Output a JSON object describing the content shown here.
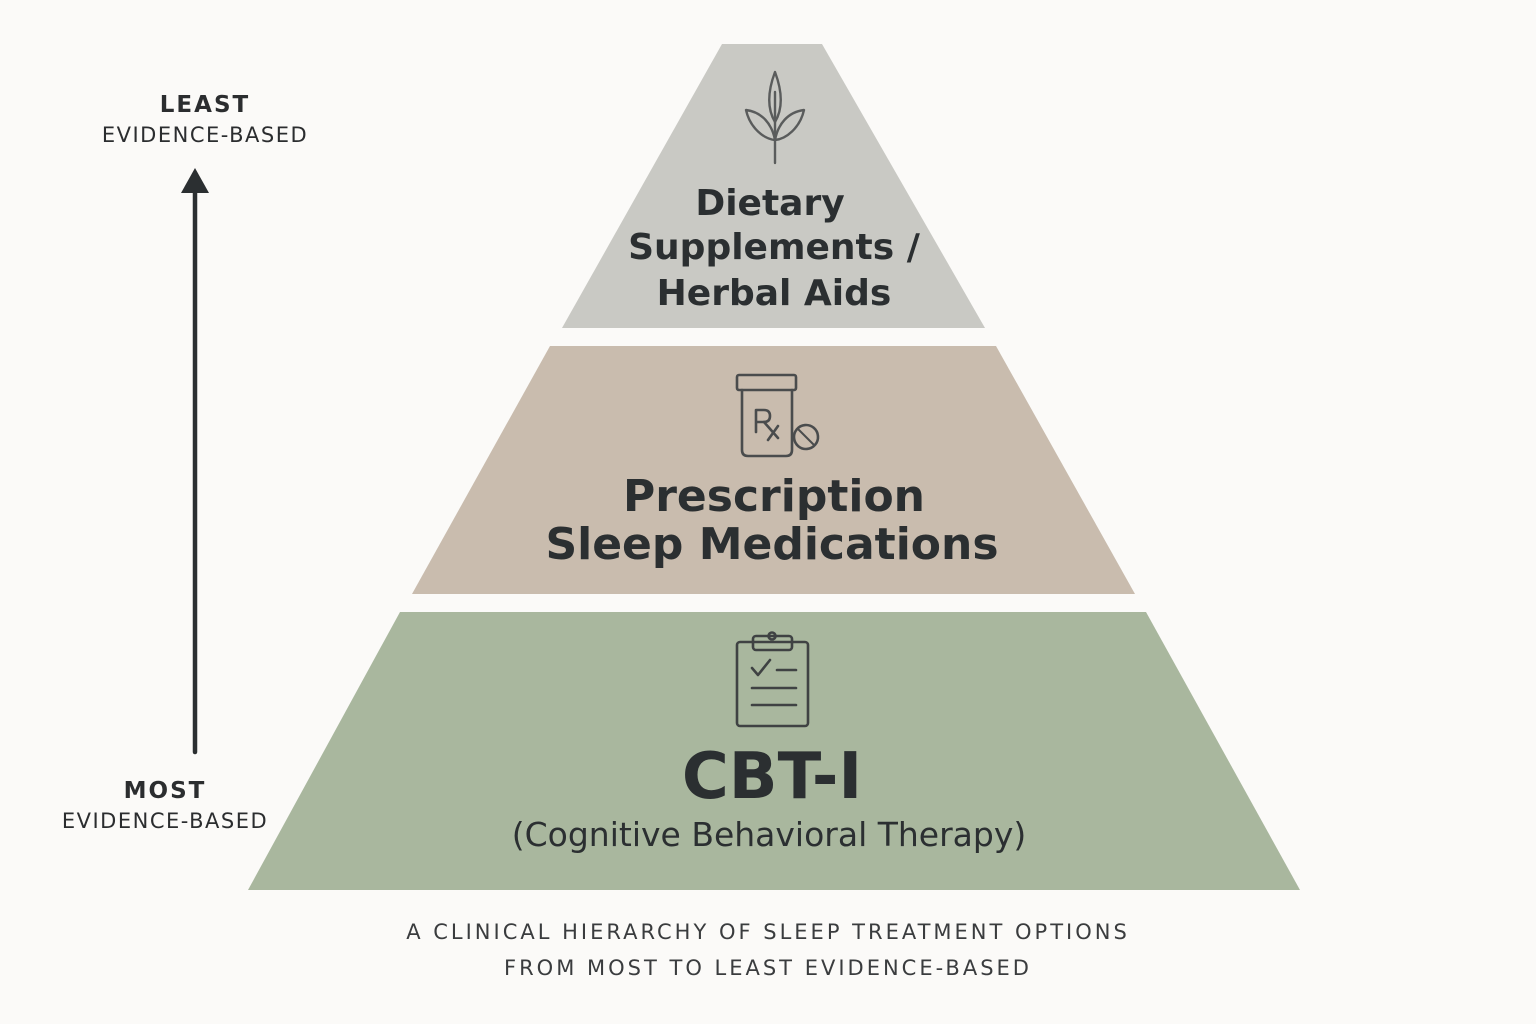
{
  "axis": {
    "top_strong": "LEAST",
    "top_sub": "EVIDENCE-BASED",
    "bottom_strong": "MOST",
    "bottom_sub": "EVIDENCE-BASED"
  },
  "tiers": {
    "top": {
      "lines": [
        "Dietary",
        "Supplements /",
        "Herbal Aids"
      ],
      "icon": "plant-sprout-icon",
      "color": "#c9c9c4"
    },
    "middle": {
      "lines": [
        "Prescription",
        "Sleep Medications"
      ],
      "icon": "prescription-bottle-icon",
      "color": "#c9bcae"
    },
    "bottom": {
      "lines": [
        "CBT-I",
        "(Cognitive Behavioral Therapy)"
      ],
      "icon": "clipboard-checklist-icon",
      "color": "#a9b79e"
    }
  },
  "caption": {
    "line1": "A CLINICAL HIERARCHY OF SLEEP TREATMENT OPTIONS",
    "line2": "FROM MOST TO LEAST EVIDENCE-BASED"
  },
  "colors": {
    "background": "#fbfaf8",
    "text": "#2b2d2f",
    "icon_stroke": "#4a4c4d"
  }
}
